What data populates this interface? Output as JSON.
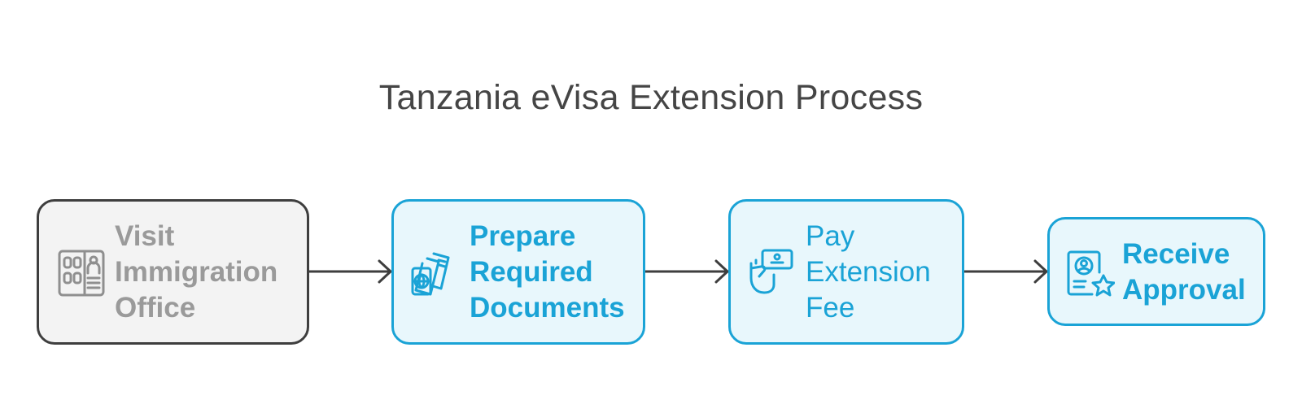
{
  "title": "Tanzania eVisa Extension Process",
  "colors": {
    "accent": "#1aa3d6",
    "accent_fill": "#e8f7fc",
    "muted_border": "#3e3e3e",
    "muted_fill": "#f3f3f3",
    "muted_text": "#9a9a9a",
    "arrow": "#3e3e3e"
  },
  "steps": [
    {
      "id": "visit",
      "icon": "building-office-icon",
      "lines": [
        "Visit",
        "Immigration",
        "Office"
      ]
    },
    {
      "id": "prepare",
      "icon": "passport-ticket-icon",
      "lines": [
        "Prepare",
        "Required",
        "Documents"
      ]
    },
    {
      "id": "pay",
      "icon": "hand-card-icon",
      "lines": [
        "Pay",
        "Extension",
        "Fee"
      ]
    },
    {
      "id": "receive",
      "icon": "certificate-star-icon",
      "lines": [
        "Receive",
        "Approval"
      ]
    }
  ]
}
